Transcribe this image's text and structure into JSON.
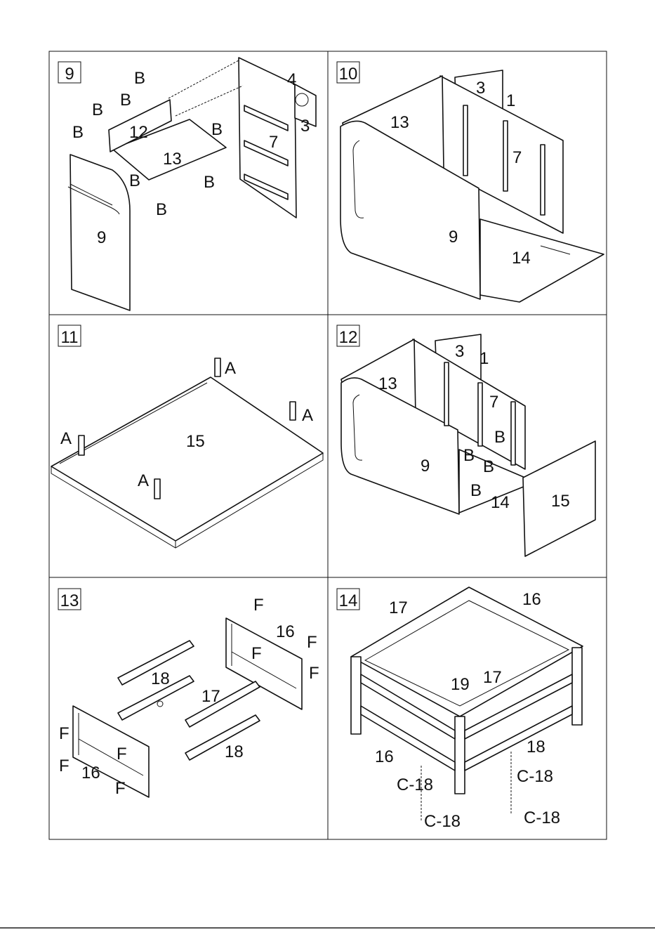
{
  "steps": [
    {
      "number": "9",
      "labels": {
        "p4": "4",
        "p3": "3",
        "p7": "7",
        "p12": "12",
        "p13": "13",
        "p9": "9",
        "B": "B"
      }
    },
    {
      "number": "10",
      "labels": {
        "p3": "3",
        "p1": "1",
        "p13": "13",
        "p7": "7",
        "p9": "9",
        "p14": "14"
      }
    },
    {
      "number": "11",
      "labels": {
        "p15": "15",
        "A": "A"
      }
    },
    {
      "number": "12",
      "labels": {
        "p3": "3",
        "p1": "1",
        "p13": "13",
        "p7": "7",
        "p9": "9",
        "p14": "14",
        "p15": "15",
        "B": "B"
      }
    },
    {
      "number": "13",
      "labels": {
        "p16": "16",
        "p18": "18",
        "p17": "17",
        "F": "F"
      }
    },
    {
      "number": "14",
      "labels": {
        "p17": "17",
        "p16": "16",
        "p19": "19",
        "p18": "18",
        "C18": "C-18"
      }
    }
  ]
}
